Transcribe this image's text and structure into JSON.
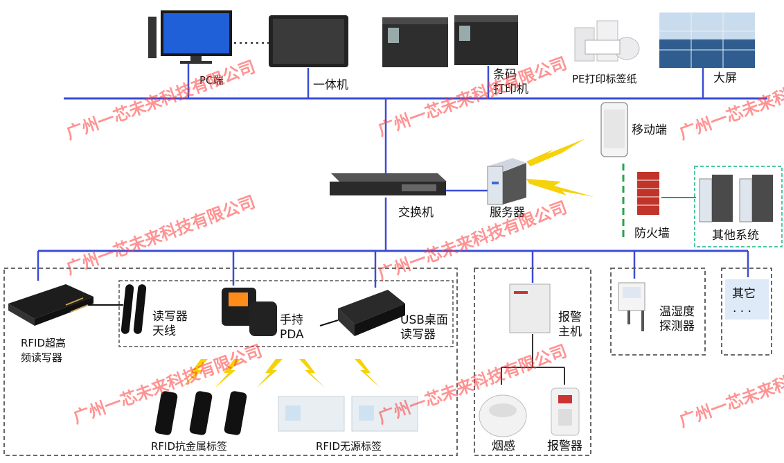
{
  "watermark": "广州一芯未来科技有限公司",
  "labels": {
    "pc": "PC端",
    "aio": "一体机",
    "barcode_printer": "条码\n打印机",
    "pe_paper": "PE打印标签纸",
    "big_screen": "大屏",
    "mobile": "移动端",
    "switch": "交换机",
    "server": "服务器",
    "firewall": "防火墙",
    "other_systems": "其他系统",
    "uhf_reader": "RFID超高\n频读写器",
    "antenna": "读写器\n天线",
    "pda": "手持\nPDA",
    "usb_reader": "USB桌面\n读写器",
    "alarm_host": "报警\n主机",
    "temp_humidity": "温湿度\n探测器",
    "other": "其它",
    "other_dots": "· · ·",
    "metal_tag": "RFID抗金属标签",
    "passive_tag": "RFID无源标签",
    "smoke": "烟感",
    "alarm": "报警器"
  },
  "colors": {
    "bus": "#3b4bd6",
    "firewall_link": "#27a34a",
    "dashed_box": "#555555",
    "other_box_border": "#4fc7a3",
    "other_box_fill": "#dfeaf8",
    "lightning": "#f5d20a"
  }
}
